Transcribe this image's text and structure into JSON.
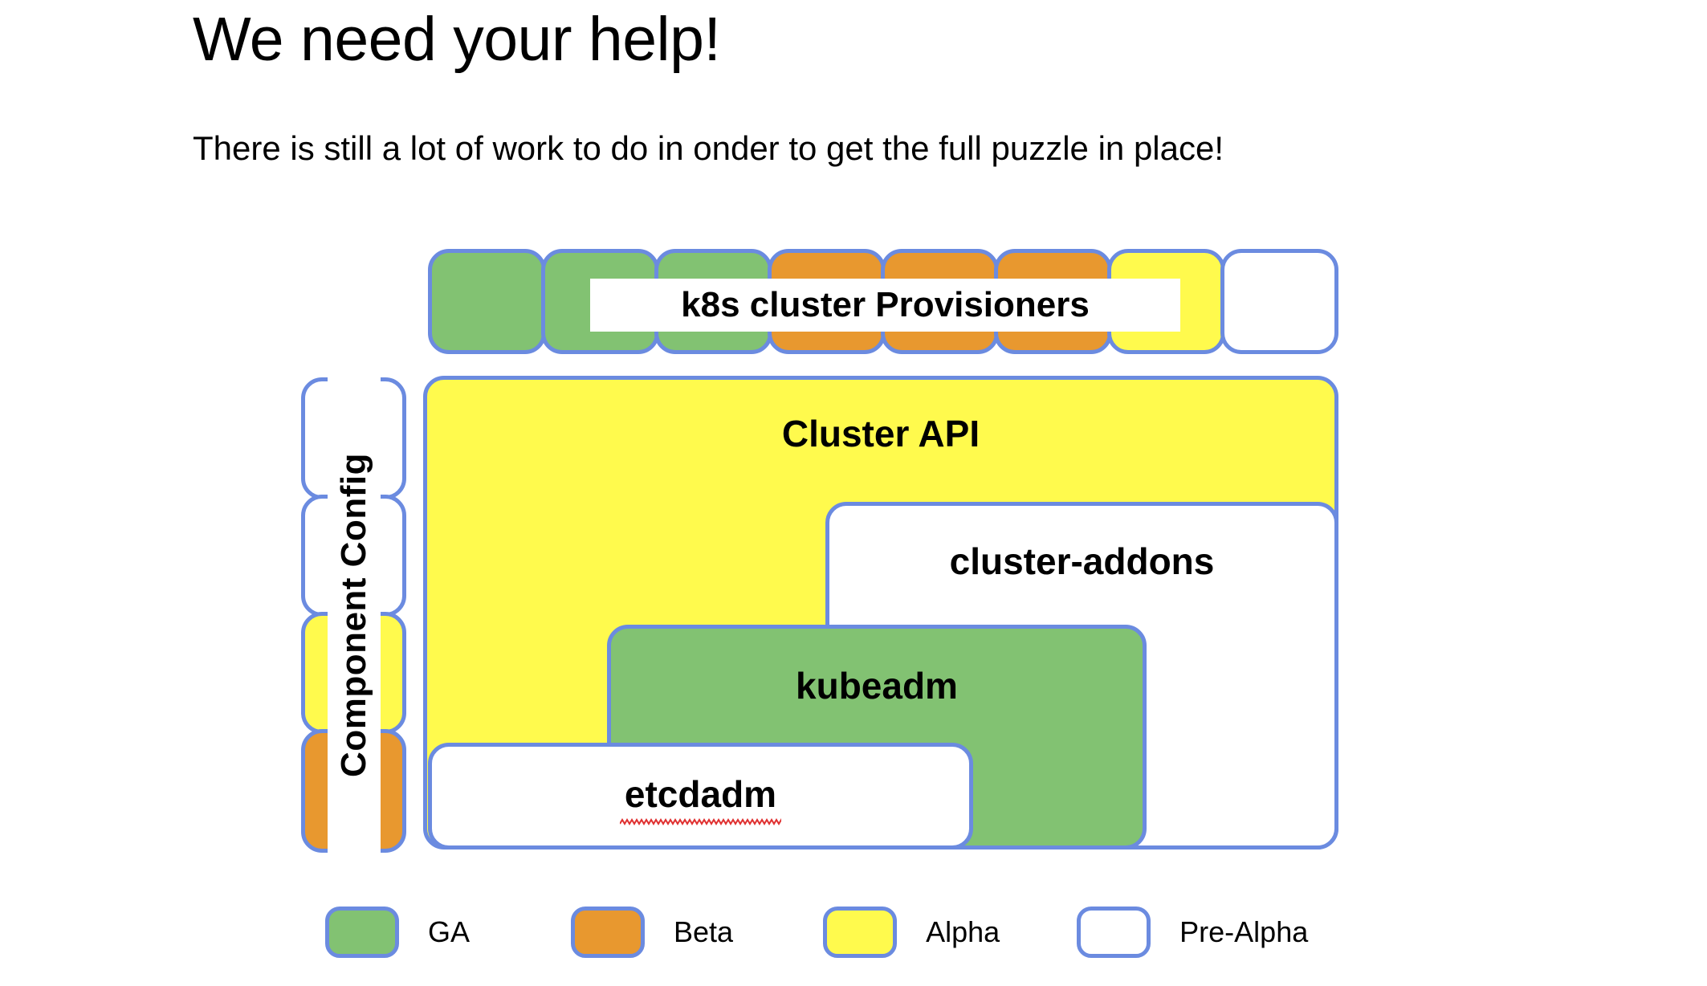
{
  "slide": {
    "title": "We need your help!",
    "subtitle": "There is still a lot of work to do in onder to get the full puzzle in place!"
  },
  "colors": {
    "stroke": "#6b8be0",
    "ga_green": "#82c272",
    "beta_orange": "#e8982f",
    "alpha_yellow": "#fffa4d",
    "prealpha_white": "#ffffff",
    "spellcheck_red": "#e03030"
  },
  "provisioners": {
    "label": "k8s cluster Provisioners",
    "cells": [
      {
        "maturity": "GA",
        "color": "#82c272"
      },
      {
        "maturity": "GA",
        "color": "#82c272"
      },
      {
        "maturity": "GA",
        "color": "#82c272"
      },
      {
        "maturity": "Beta",
        "color": "#e8982f"
      },
      {
        "maturity": "Beta",
        "color": "#e8982f"
      },
      {
        "maturity": "Beta",
        "color": "#e8982f"
      },
      {
        "maturity": "Alpha",
        "color": "#fffa4d"
      },
      {
        "maturity": "Pre-Alpha",
        "color": "#ffffff"
      }
    ]
  },
  "component_config": {
    "label": "Component Config",
    "cells": [
      {
        "maturity": "Pre-Alpha",
        "color": "#ffffff"
      },
      {
        "maturity": "Pre-Alpha",
        "color": "#ffffff"
      },
      {
        "maturity": "Alpha",
        "color": "#fffa4d"
      },
      {
        "maturity": "Beta",
        "color": "#e8982f"
      }
    ]
  },
  "stack": {
    "cluster_api": {
      "label": "Cluster API",
      "maturity": "Alpha",
      "color": "#fffa4d"
    },
    "cluster_addons": {
      "label": "cluster-addons",
      "maturity": "Pre-Alpha",
      "color": "#ffffff"
    },
    "kubeadm": {
      "label": "kubeadm",
      "maturity": "GA",
      "color": "#82c272"
    },
    "etcdadm": {
      "label": "etcdadm",
      "maturity": "Pre-Alpha",
      "color": "#ffffff",
      "spellcheck_underline": true
    }
  },
  "legend": {
    "items": [
      {
        "label": "GA",
        "color": "#82c272"
      },
      {
        "label": "Beta",
        "color": "#e8982f"
      },
      {
        "label": "Alpha",
        "color": "#fffa4d"
      },
      {
        "label": "Pre-Alpha",
        "color": "#ffffff"
      }
    ]
  }
}
